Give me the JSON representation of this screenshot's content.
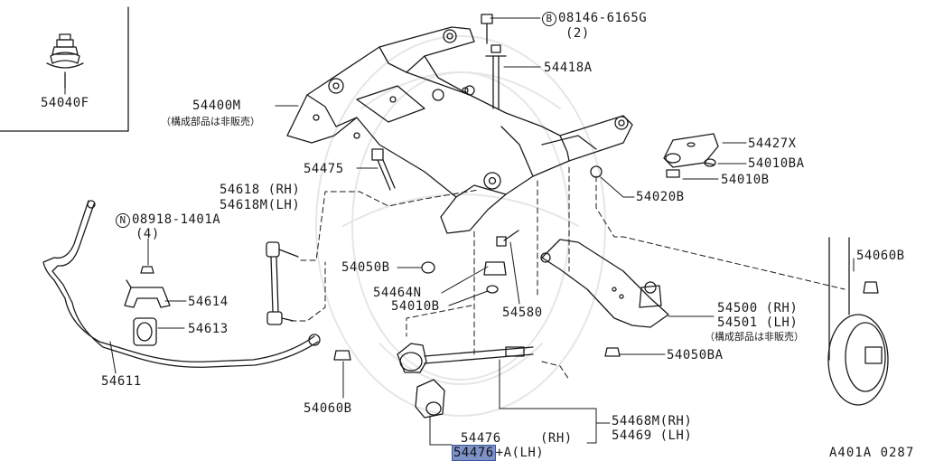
{
  "diagram": {
    "code": "A401A 0287",
    "parts": {
      "p54040F": "54040F",
      "p54400M": "54400M",
      "p54400M_note": "（構成部品は非販売）",
      "bolt_prefix": "B",
      "bolt_num": "08146-6165G",
      "bolt_qty": "(2)",
      "p54418A": "54418A",
      "p54427X": "54427X",
      "p54010BA": "54010BA",
      "p54010B_a": "54010B",
      "p54475": "54475",
      "p54020B": "54020B",
      "p54618_rh": "54618 (RH)",
      "p54618M_lh": "54618M(LH)",
      "nut_prefix": "N",
      "nut_num": "08918-1401A",
      "nut_qty": "(4)",
      "p54050B": "54050B",
      "p54060B_a": "54060B",
      "p54614": "54614",
      "p54464N": "54464N",
      "p54010B_b": "54010B",
      "p54580": "54580",
      "p54500_rh": "54500 (RH)",
      "p54501_lh": "54501 (LH)",
      "p54500_note": "（構成部品は非販売）",
      "p54613": "54613",
      "p54050BA": "54050BA",
      "p54611": "54611",
      "p54060B_b": "54060B",
      "p54468M": "54468M(RH)",
      "p54469": "54469 (LH)",
      "p54476": "54476",
      "p54476_rh": "(RH)",
      "p54476A_num": "54476",
      "p54476A_suffix": "+A(LH)"
    }
  }
}
